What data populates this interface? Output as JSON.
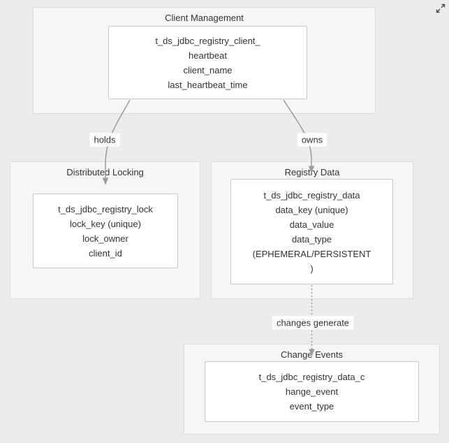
{
  "diagram": {
    "groups": [
      {
        "title": "Client Management",
        "node_lines": [
          "t_ds_jdbc_registry_client_",
          "heartbeat",
          "client_name",
          "last_heartbeat_time"
        ]
      },
      {
        "title": "Distributed Locking",
        "node_lines": [
          "t_ds_jdbc_registry_lock",
          "lock_key (unique)",
          "lock_owner",
          "client_id"
        ]
      },
      {
        "title": "Registry Data",
        "node_lines": [
          "t_ds_jdbc_registry_data",
          "data_key (unique)",
          "data_value",
          "data_type",
          "(EPHEMERAL/PERSISTENT",
          ")"
        ]
      },
      {
        "title": "Change Events",
        "node_lines": [
          "t_ds_jdbc_registry_data_c",
          "hange_event",
          "event_type"
        ]
      }
    ],
    "edges": [
      {
        "label": "holds",
        "style": "solid"
      },
      {
        "label": "owns",
        "style": "solid"
      },
      {
        "label": "changes generate",
        "style": "dotted"
      }
    ],
    "controls": {
      "expand_icon": "expand-arrows"
    },
    "colors": {
      "background": "#ececec",
      "group_fill": "#f6f6f6",
      "node_fill": "#ffffff",
      "edge": "#9b9b9b",
      "text": "#333333"
    }
  }
}
